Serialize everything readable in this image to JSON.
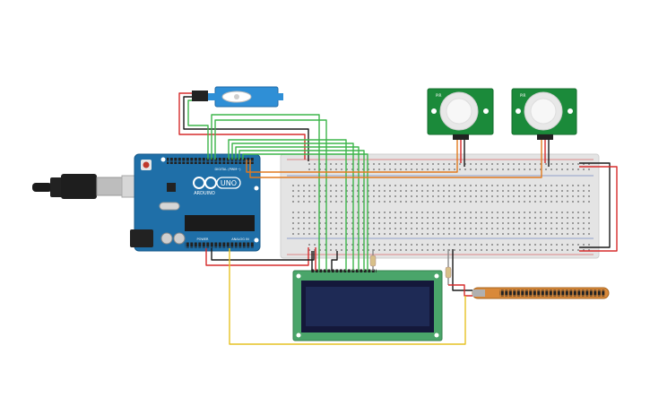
{
  "arduino": {
    "brand_text": "ARDUINO",
    "model_text": "UNO",
    "digital_label": "DIGITAL (PWM~)",
    "power_label": "POWER",
    "analog_label": "ANALOG IN"
  },
  "pir_sensor_1": {
    "label": "PIR"
  },
  "pir_sensor_2": {
    "label": "PIR"
  },
  "colors": {
    "arduino_board": "#1f6fa8",
    "pir_board": "#1b8a3a",
    "lcd_board": "#4aa56a",
    "lcd_screen": "#1e2a55",
    "breadboard": "#e3e3e3",
    "servo_body": "#2f8fd6",
    "flex_sensor": "#d9893a",
    "wire_green": "#3db54a",
    "wire_orange": "#e27a1e",
    "wire_red": "#d62b2b",
    "wire_black": "#1a1a1a",
    "wire_yellow": "#e6c224"
  }
}
